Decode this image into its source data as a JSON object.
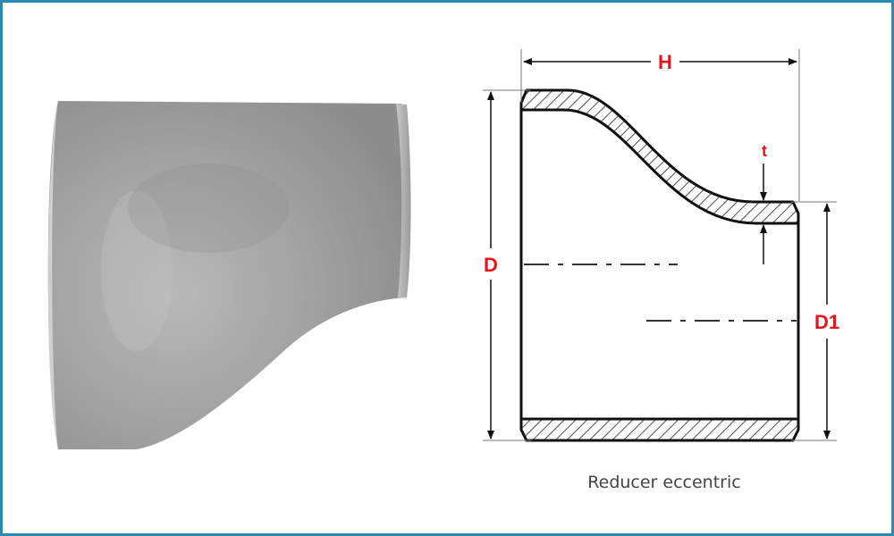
{
  "labels": {
    "height": "H",
    "large_diameter": "D",
    "small_diameter": "D1",
    "thickness": "t"
  },
  "caption": "Reducer eccentric",
  "colors": {
    "border": "#2b8bb3",
    "dimension_labels": "#e8141c",
    "steel": "#a9a9a9"
  }
}
